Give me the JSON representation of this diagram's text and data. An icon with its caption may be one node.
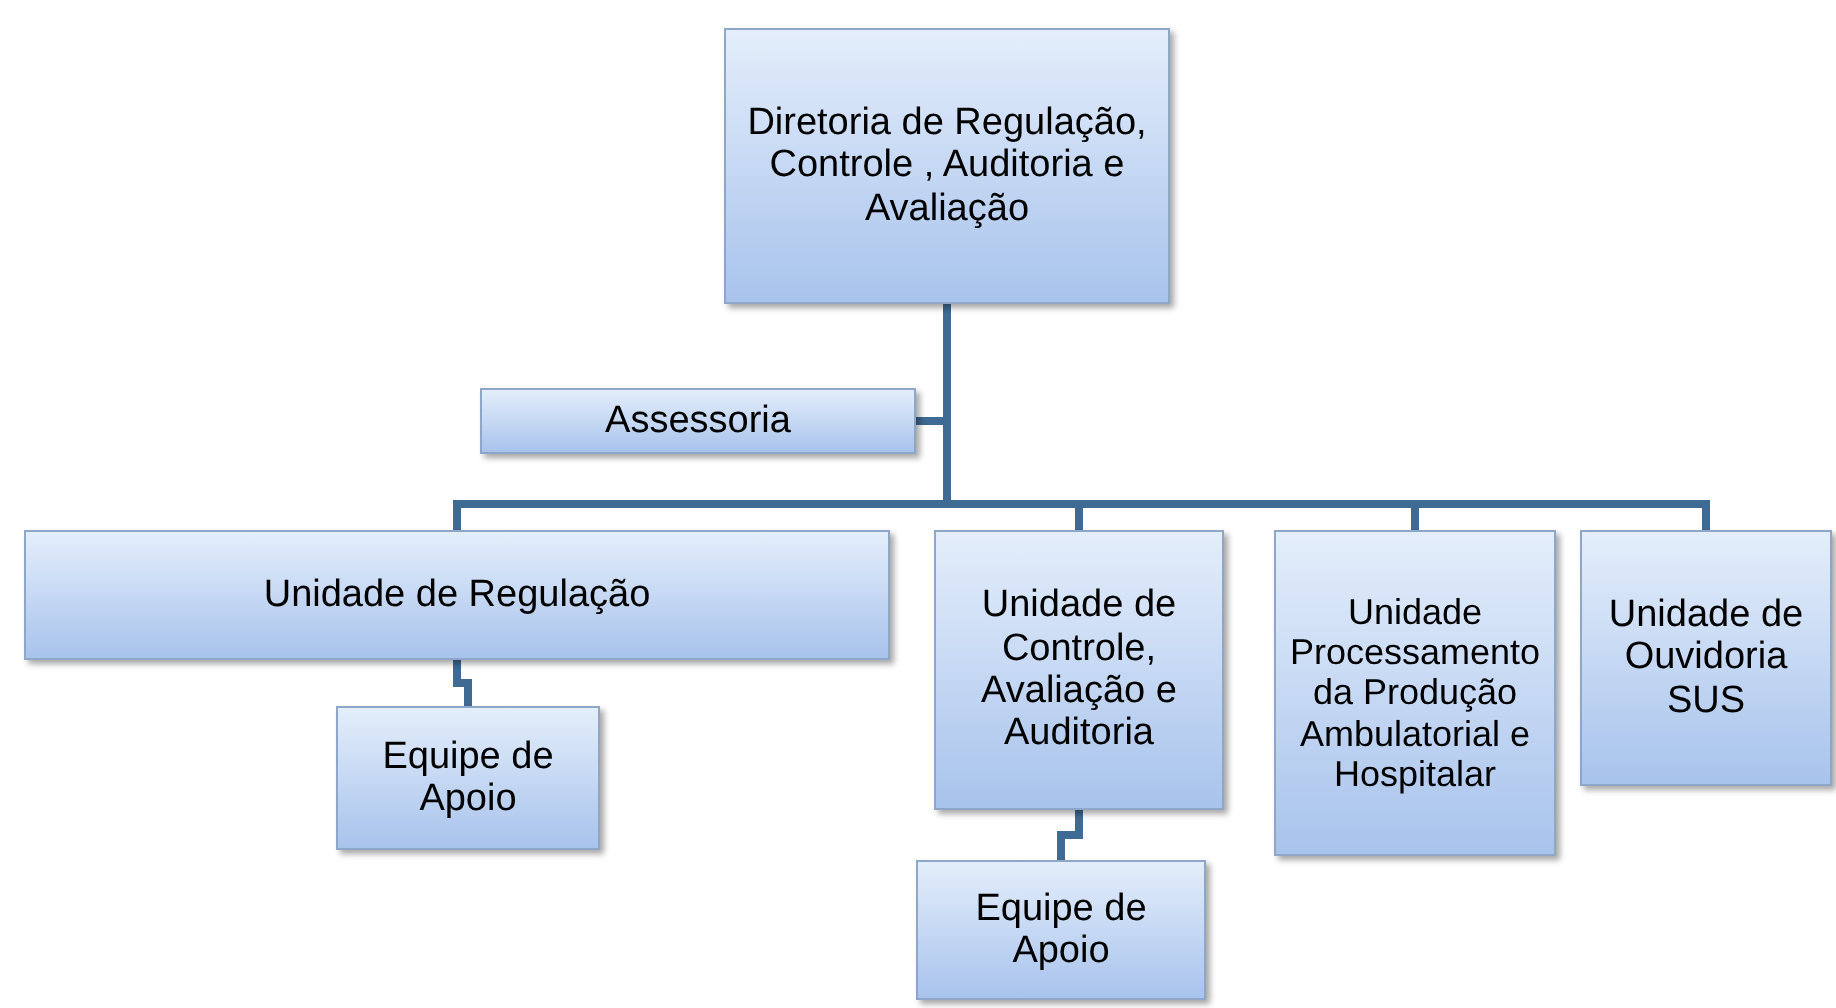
{
  "diagram": {
    "nodes": [
      {
        "text": [
          "Diretoria de Regulação, Controle , Auditoria e Avaliação"
        ]
      },
      {
        "text": [
          "Assessoria"
        ]
      },
      {
        "text": [
          "Unidade de Regulação"
        ]
      },
      {
        "text": [
          "Unidade de Controle, Avaliação e Auditoria"
        ]
      },
      {
        "text": [
          "Unidade Processamento da Produção Ambulatorial e Hospitalar"
        ]
      },
      {
        "text": [
          "Unidade de Ouvidoria SUS"
        ]
      },
      {
        "text": [
          "Equipe de Apoio"
        ]
      },
      {
        "text": [
          "Equipe de Apoio"
        ]
      }
    ],
    "edges": [
      {
        "from": 0,
        "to": 1,
        "arrow": "none"
      },
      {
        "from": 0,
        "to": 2,
        "arrow": "none"
      },
      {
        "from": 0,
        "to": 3,
        "arrow": "none"
      },
      {
        "from": 0,
        "to": 4,
        "arrow": "none"
      },
      {
        "from": 0,
        "to": 5,
        "arrow": "none"
      },
      {
        "from": 2,
        "to": 6,
        "arrow": "none"
      },
      {
        "from": 3,
        "to": 7,
        "arrow": "none"
      }
    ]
  }
}
